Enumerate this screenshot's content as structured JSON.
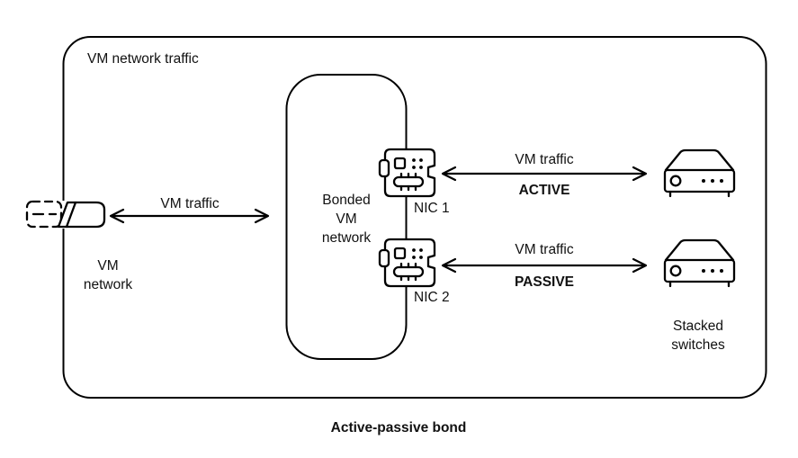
{
  "outer": {
    "label": "VM network traffic"
  },
  "vm_network": {
    "lines": [
      "VM",
      "network"
    ]
  },
  "left_link": {
    "label": "VM traffic"
  },
  "bonded_network": {
    "lines": [
      "Bonded",
      "VM",
      "network"
    ]
  },
  "nics": [
    {
      "label": "NIC 1"
    },
    {
      "label": "NIC 2"
    }
  ],
  "links": [
    {
      "label": "VM traffic",
      "state": "ACTIVE"
    },
    {
      "label": "VM traffic",
      "state": "PASSIVE"
    }
  ],
  "stacked_switches": {
    "lines": [
      "Stacked",
      "switches"
    ]
  },
  "caption": "Active-passive bond",
  "icons": {
    "vm_network": "network-port-icon",
    "nic": "nic-card-icon",
    "switch": "network-switch-icon"
  },
  "colors": {
    "stroke": "#000000",
    "background": "#ffffff"
  }
}
